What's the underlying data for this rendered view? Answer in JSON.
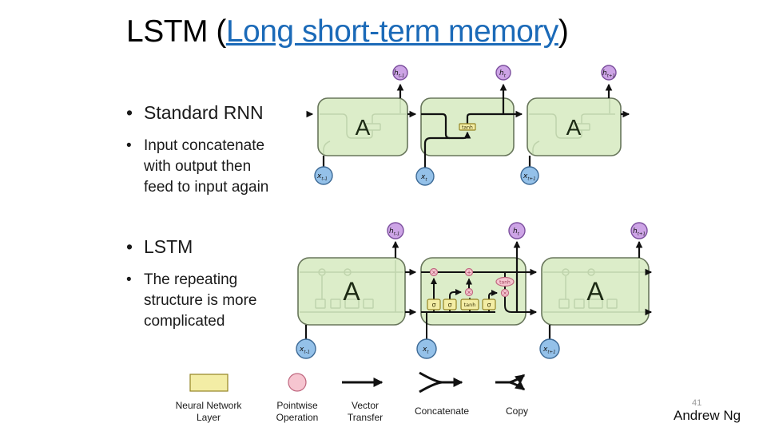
{
  "colors": {
    "title_link_blue": "#1b6ab8",
    "cell_fill_green": "#dcedc9",
    "cell_stroke_green": "#68765b",
    "h_fill_purple": "#cda4e6",
    "x_fill_blue": "#94c1e9",
    "gate_fill_yellow": "#f3eda5",
    "pointwise_fill_pink": "#f6c5d0",
    "wire_black": "#111111"
  },
  "title": {
    "prefix": "LSTM (",
    "link_text": "Long short-term memory",
    "suffix": ")"
  },
  "bullets": [
    {
      "marker": "•",
      "text": "Standard RNN"
    },
    {
      "marker": "•",
      "text": "Input concatenate with output then feed to input again"
    },
    {
      "marker": "•",
      "text": "LSTM"
    },
    {
      "marker": "•",
      "text": "The repeating structure is more complicated"
    }
  ],
  "rnn_diagram": {
    "cell_label": "A",
    "tanh_label": "tanh",
    "h_labels": [
      {
        "main": "h",
        "sub": "t-1"
      },
      {
        "main": "h",
        "sub": "t"
      },
      {
        "main": "h",
        "sub": "t+1"
      }
    ],
    "x_labels": [
      {
        "main": "x",
        "sub": "t-1"
      },
      {
        "main": "x",
        "sub": "t"
      },
      {
        "main": "x",
        "sub": "t+1"
      }
    ]
  },
  "lstm_diagram": {
    "cell_label": "A",
    "gates": [
      "σ",
      "σ",
      "tanh",
      "σ"
    ],
    "pointwise_ops": {
      "forget": "×",
      "add": "+",
      "input": "×",
      "output": "×"
    },
    "state_activation": "tanh",
    "h_labels": [
      {
        "main": "h",
        "sub": "t-1"
      },
      {
        "main": "h",
        "sub": "t"
      },
      {
        "main": "h",
        "sub": "t+1"
      }
    ],
    "x_labels": [
      {
        "main": "x",
        "sub": "t-1"
      },
      {
        "main": "x",
        "sub": "t"
      },
      {
        "main": "x",
        "sub": "t+1"
      }
    ]
  },
  "legend": {
    "items": [
      {
        "name": "neural-network-layer",
        "label_lines": [
          "Neural Network",
          "Layer"
        ]
      },
      {
        "name": "pointwise-operation",
        "label_lines": [
          "Pointwise",
          "Operation"
        ]
      },
      {
        "name": "vector-transfer",
        "label_lines": [
          "Vector",
          "Transfer"
        ]
      },
      {
        "name": "concatenate",
        "label_lines": [
          "Concatenate"
        ]
      },
      {
        "name": "copy",
        "label_lines": [
          "Copy"
        ]
      }
    ]
  },
  "footer": {
    "page_number": "41",
    "author": "Andrew Ng"
  }
}
